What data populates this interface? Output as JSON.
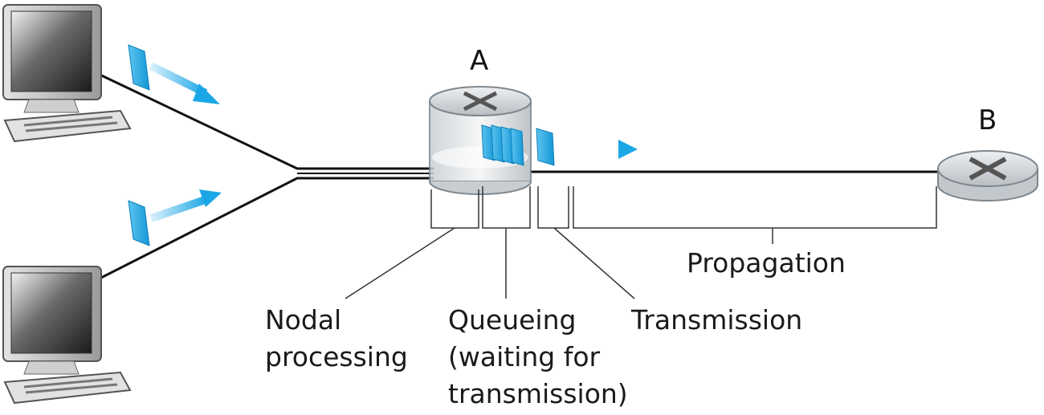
{
  "routers": {
    "a": {
      "label": "A"
    },
    "b": {
      "label": "B"
    }
  },
  "delays": {
    "nodal": {
      "line1": "Nodal",
      "line2": "processing"
    },
    "queueing": {
      "line1": "Queueing",
      "line2": "(waiting for",
      "line3": "transmission)"
    },
    "transmission": {
      "label": "Transmission"
    },
    "propagation": {
      "label": "Propagation"
    }
  },
  "colors": {
    "packet": "#1ba7e6",
    "packet_light": "#7fd0f5",
    "router_body": "#cfd4d8",
    "link": "#111111"
  }
}
